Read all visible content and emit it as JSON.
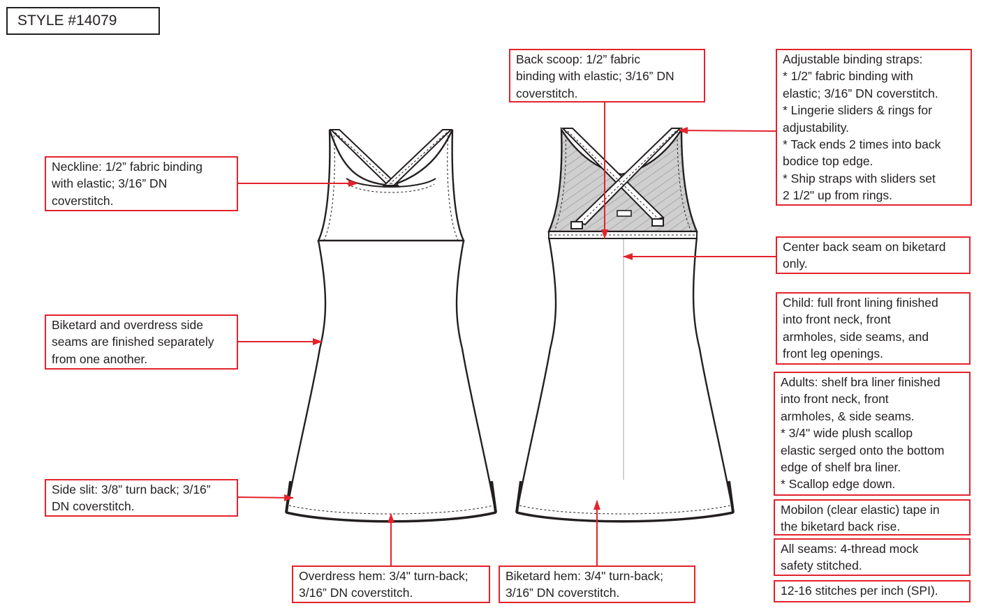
{
  "style_label": "STYLE #14079",
  "colors": {
    "callout": "#e3232c",
    "line": "#231f20",
    "ghost": "#b9b9b9"
  },
  "callouts": {
    "neckline": [
      "Neckline: 1/2”  fabric binding",
      "with elastic; 3/16” DN",
      "coverstitch."
    ],
    "side_seams": [
      "Biketard and overdress side",
      "seams are finished separately",
      "from one another."
    ],
    "side_slit": [
      "Side slit: 3/8” turn back; 3/16”",
      "DN coverstitch."
    ],
    "overdress_hem": [
      "Overdress hem: 3/4\" turn-back;",
      "3/16” DN coverstitch."
    ],
    "back_scoop": [
      "Back scoop: 1/2” fabric",
      "binding with elastic; 3/16” DN",
      "coverstitch."
    ],
    "biketard_hem": [
      "Biketard hem: 3/4\" turn-back;",
      "3/16” DN coverstitch."
    ],
    "straps": [
      "Adjustable binding straps:",
      "* 1/2” fabric binding with",
      "elastic; 3/16” DN coverstitch.",
      "* Lingerie sliders & rings for",
      "adjustability.",
      "* Tack ends 2 times  into back",
      "bodice top edge.",
      "* Ship straps with sliders set",
      "2 1/2\" up from rings."
    ],
    "center_back": [
      "Center back seam on biketard",
      "only."
    ],
    "child": [
      "Child: full front lining finished",
      "into front neck, front",
      "armholes, side seams, and",
      "front leg openings."
    ],
    "adults": [
      "Adults: shelf bra liner finished",
      "into front neck, front",
      "armholes, & side seams.",
      "* 3/4\" wide plush scallop",
      "elastic serged onto the bottom",
      "edge of shelf bra liner.",
      "* Scallop edge down."
    ],
    "mobilon": [
      "Mobilon (clear elastic) tape in",
      "the biketard back rise."
    ],
    "seams": [
      "All seams: 4-thread mock",
      "safety stitched."
    ],
    "spi": [
      "12-16 stitches per inch (SPI)."
    ]
  }
}
